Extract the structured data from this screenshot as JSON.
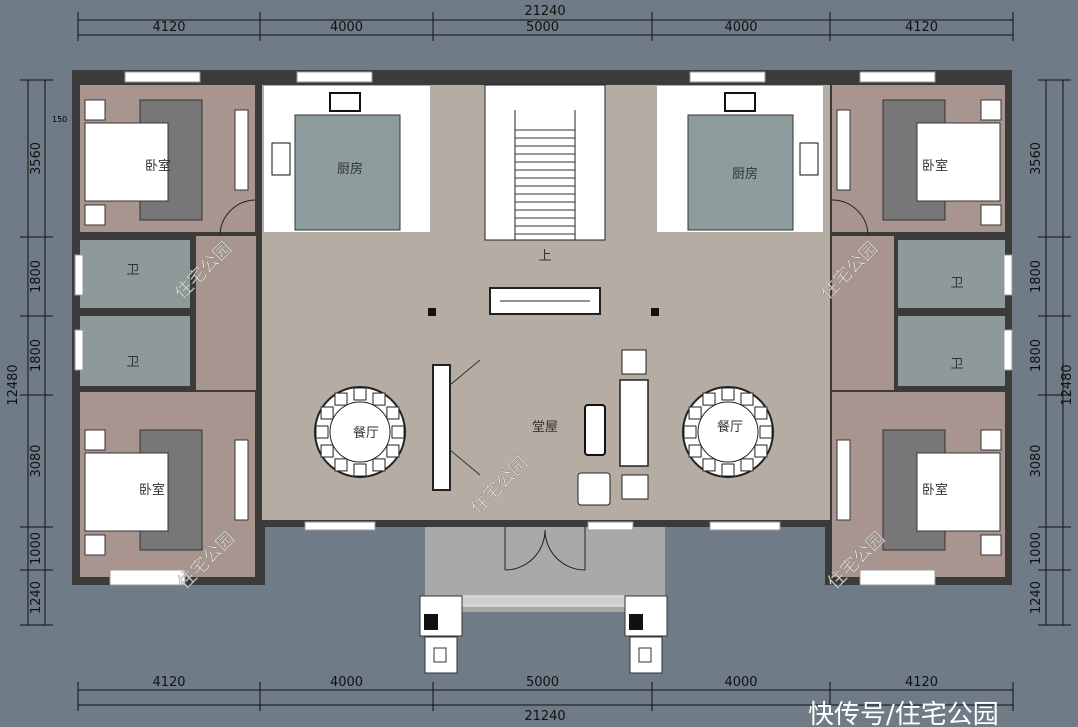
{
  "dimensions": {
    "top_total": "21240",
    "top_segments": [
      "4120",
      "4000",
      "5000",
      "4000",
      "4120"
    ],
    "bottom_total": "21240",
    "bottom_segments": [
      "4120",
      "4000",
      "5000",
      "4000",
      "4120"
    ],
    "left_total": "12480",
    "left_segments": [
      "3560",
      "1800",
      "1800",
      "3080",
      "1000",
      "1240"
    ],
    "right_total": "12480",
    "right_segments": [
      "3560",
      "1800",
      "1800",
      "3080",
      "1000",
      "1240"
    ],
    "wall_note": "150"
  },
  "rooms": {
    "kitchen_left": "厨房",
    "kitchen_right": "厨房",
    "bedroom_tl": "卧室",
    "bedroom_tr": "卧室",
    "bedroom_bl": "卧室",
    "bedroom_br": "卧室",
    "bath_l1": "卫",
    "bath_l2": "卫",
    "bath_r1": "卫",
    "bath_r2": "卫",
    "dining_left": "餐厅",
    "dining_right": "餐厅",
    "hall": "堂屋",
    "stairs_up": "上"
  },
  "watermark": "住宅公园",
  "credit": "快传号/住宅公园",
  "colors": {
    "background": "#6f7c88",
    "hall_floor": "#b5aca3",
    "bedroom_floor": "#a8958f",
    "bath_floor": "#8e9a9a",
    "kitchen_island": "#8d9c9c",
    "wall": "#3b3b3b",
    "porch": "#a9a9a9"
  }
}
